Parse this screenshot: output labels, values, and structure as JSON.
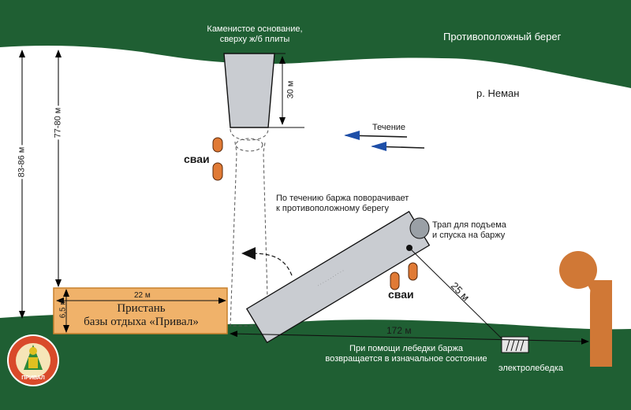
{
  "labels": {
    "opposite_bank": "Противоположный берег",
    "river": "р. Неман",
    "stone_base": "Каменистое основание,\nсверху ж/б плиты",
    "current": "Течение",
    "piles_top": "сваи",
    "piles_bottom": "сваи",
    "turn_note": "По течению баржа поворачивает\nк противоположному берегу",
    "gangway": "Трап для подъема\nи спуска на баржу",
    "pier_line1": "Пристань",
    "pier_line2": "базы отдыха «Привал»",
    "winch_note": "При помощи лебедки баржа\nвозвращается в изначальное состояние",
    "winch": "электролебедка",
    "logo_text": "ПРИВАЛ"
  },
  "dimensions": {
    "width_total": "83-86 м",
    "width_to_pier": "77-80 м",
    "base_length": "30 м",
    "pier_length": "22 м",
    "pier_width": "6,5 м",
    "cable": "25 м",
    "shore_distance": "172 м"
  },
  "colors": {
    "green": "#1f5f33",
    "pier": "#f0b26a",
    "pier_border": "#c7802c",
    "barge": "#c9ccd1",
    "pile": "#e07a35",
    "current_arrow": "#1e4fa8",
    "post": "#d07836"
  }
}
